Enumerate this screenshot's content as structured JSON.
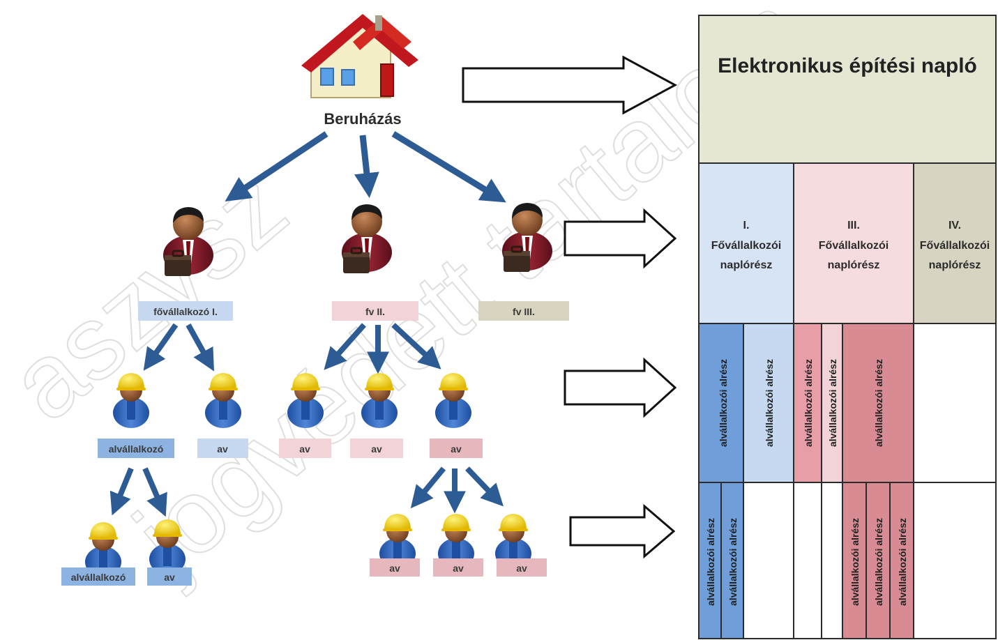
{
  "watermark": [
    "jogvédett tartalom",
    "aszvsz"
  ],
  "tree": {
    "root": {
      "label": "Beruházás"
    },
    "main_contractors": [
      "fővállalkozó I.",
      "fv II.",
      "fv III."
    ],
    "subcontractors_row1": [
      "alvállalkozó",
      "av",
      "av",
      "av",
      "av"
    ],
    "subcontractors_row2": [
      "alvállalkozó",
      "av",
      "av",
      "av",
      "av"
    ]
  },
  "log": {
    "title": "Elektronikus építési napló",
    "sections": [
      {
        "numeral": "I.",
        "line1": "Fővállalkozói",
        "line2": "naplórész"
      },
      {
        "numeral": "III.",
        "line1": "Fővállalkozói",
        "line2": "naplórész"
      },
      {
        "numeral": "IV.",
        "line1": "Fővállalkozói",
        "line2": "naplórész"
      }
    ],
    "sub_label": "alvállalkozói alrész"
  },
  "colors": {
    "title_bg": "#e6e7d3",
    "blue_light": "#d6e4f5",
    "blue_mid": "#8db3e2",
    "blue_dark": "#6f9ed8",
    "pink_light": "#f6dcdf",
    "pink_mid": "#e79ea6",
    "pink_dark": "#d98b93",
    "tan": "#d7d4c1",
    "arrow": "#2d5b93"
  }
}
